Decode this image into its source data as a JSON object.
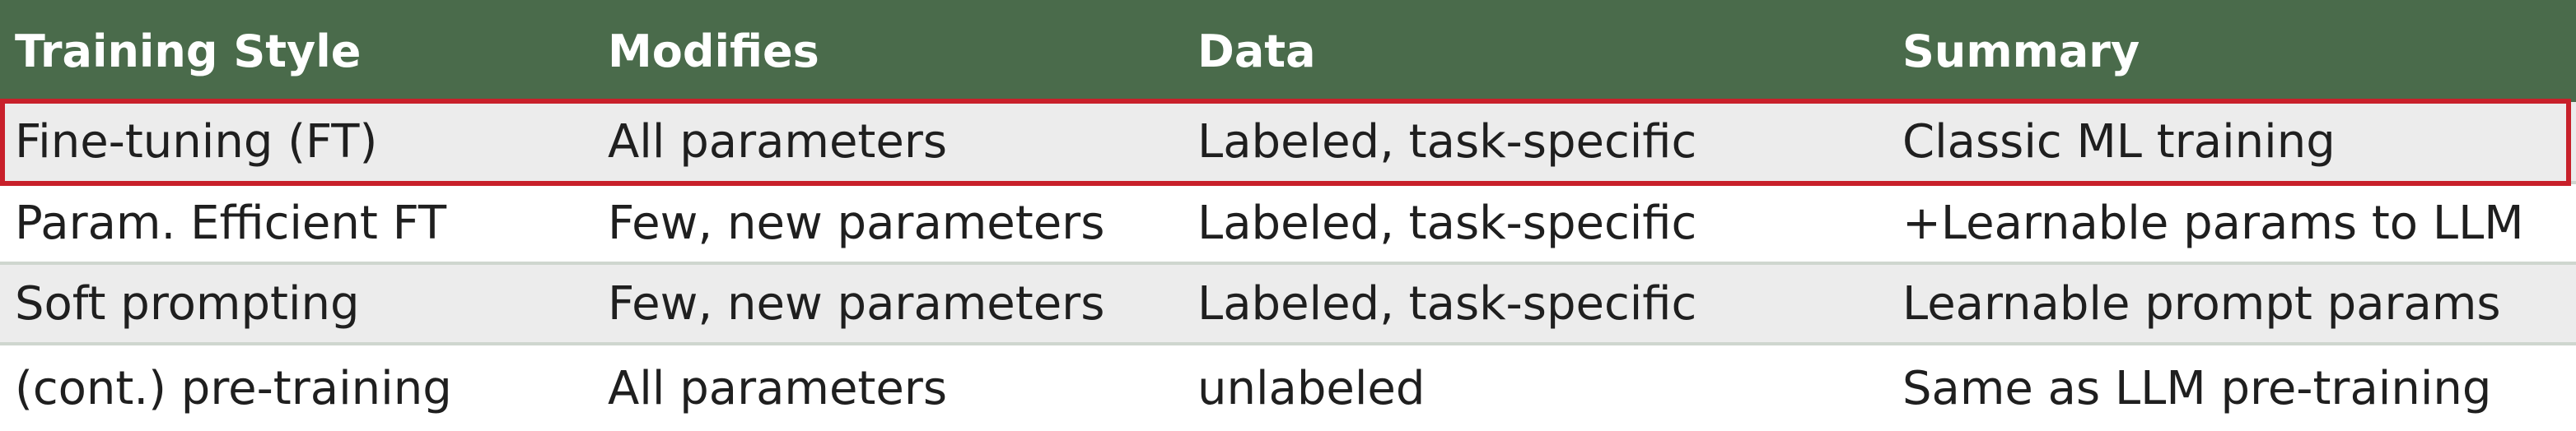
{
  "headers": [
    "Training Style",
    "Modifies",
    "Data",
    "Summary"
  ],
  "rows": [
    [
      "Fine-tuning (FT)",
      "All parameters",
      "Labeled, task-specific",
      "Classic ML training"
    ],
    [
      "Param. Efficient FT",
      "Few, new parameters",
      "Labeled, task-specific",
      "+Learnable params to LLM"
    ],
    [
      "Soft prompting",
      "Few, new parameters",
      "Labeled, task-specific",
      "Learnable prompt params"
    ],
    [
      "(cont.) pre-training",
      "All parameters",
      "unlabeled",
      "Same as LLM pre-training"
    ]
  ],
  "colors": {
    "header_bg": "#4a6b4b",
    "highlight_border": "#c8202a",
    "alt_row_bg": "#ececec"
  }
}
